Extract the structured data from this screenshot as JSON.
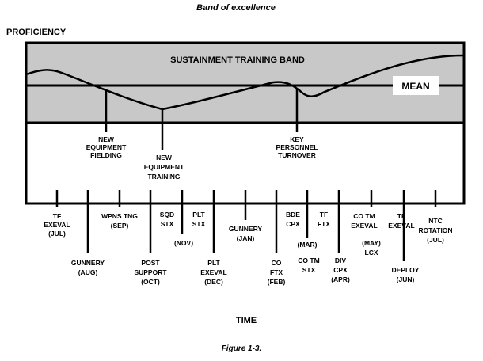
{
  "title": "Band of excellence",
  "y_axis_label": "PROFICIENCY",
  "x_axis_label": "TIME",
  "caption": "Figure 1-3.",
  "band_label": "SUSTAINMENT TRAINING BAND",
  "mean_label": "MEAN",
  "colors": {
    "band_fill": "#c8c8c8",
    "stroke": "#000000",
    "background": "#ffffff"
  },
  "events": [
    {
      "id": "new-equipment-fielding",
      "lines": [
        "NEW",
        "EQUIPMENT",
        "FIELDING"
      ]
    },
    {
      "id": "new-equipment-training",
      "lines": [
        "NEW",
        "EQUIPMENT",
        "TRAINING"
      ]
    },
    {
      "id": "key-personnel-turnover",
      "lines": [
        "KEY",
        "PERSONNEL",
        "TURNOVER"
      ]
    }
  ],
  "timeline": [
    {
      "id": "tf-exeval-jul",
      "lines": [
        "TF",
        "EXEVAL",
        "(JUL)"
      ]
    },
    {
      "id": "gunnery-aug",
      "lines": [
        "GUNNERY",
        "(AUG)"
      ]
    },
    {
      "id": "wpns-tng-sep",
      "lines": [
        "WPNS TNG",
        "(SEP)"
      ]
    },
    {
      "id": "post-support-oct",
      "lines": [
        "POST",
        "SUPPORT",
        "(OCT)"
      ]
    },
    {
      "id": "sqd-stx",
      "lines": [
        "SQD",
        "STX"
      ]
    },
    {
      "id": "nov",
      "lines": [
        "(NOV)"
      ]
    },
    {
      "id": "plt-stx",
      "lines": [
        "PLT",
        "STX"
      ]
    },
    {
      "id": "plt-exeval-dec",
      "lines": [
        "PLT",
        "EXEVAL",
        "(DEC)"
      ]
    },
    {
      "id": "gunnery-jan",
      "lines": [
        "GUNNERY",
        "(JAN)"
      ]
    },
    {
      "id": "co-ftx-feb",
      "lines": [
        "CO",
        "FTX",
        "(FEB)"
      ]
    },
    {
      "id": "bde-cpx",
      "lines": [
        "BDE",
        "CPX"
      ]
    },
    {
      "id": "mar",
      "lines": [
        "(MAR)"
      ]
    },
    {
      "id": "co-tm-stx",
      "lines": [
        "CO TM",
        "STX"
      ]
    },
    {
      "id": "tf-ftx",
      "lines": [
        "TF",
        "FTX"
      ]
    },
    {
      "id": "div-cpx-apr",
      "lines": [
        "DIV",
        "CPX",
        "(APR)"
      ]
    },
    {
      "id": "co-tm-exeval",
      "lines": [
        "CO TM",
        "EXEVAL"
      ]
    },
    {
      "id": "may-lcx",
      "lines": [
        "(MAY)",
        "LCX"
      ]
    },
    {
      "id": "tf-exeval",
      "lines": [
        "TF",
        "EXEVAL"
      ]
    },
    {
      "id": "deploy-jun",
      "lines": [
        "DEPLOY",
        "(JUN)"
      ]
    },
    {
      "id": "ntc-rotation-jul",
      "lines": [
        "NTC",
        "ROTATION",
        "(JUL)"
      ]
    }
  ]
}
